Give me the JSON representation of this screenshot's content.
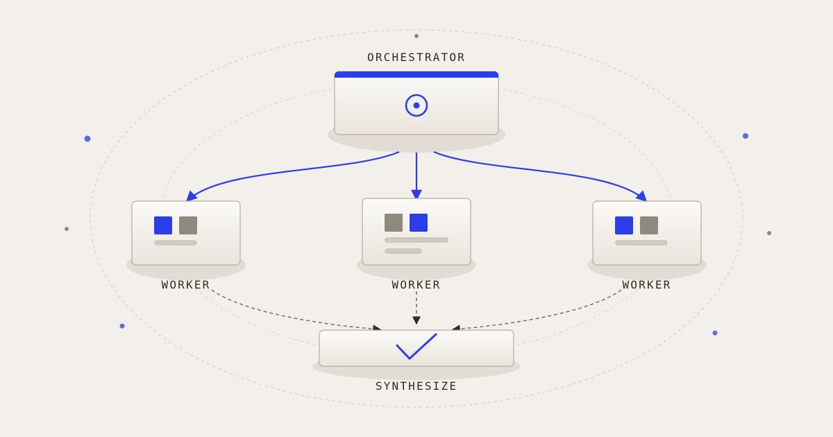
{
  "orchestrator": {
    "label": "ORCHESTRATOR",
    "icon": "target-icon"
  },
  "workers": [
    {
      "label": "WORKER",
      "icon": "task-tiles-icon"
    },
    {
      "label": "WORKER",
      "icon": "task-tiles-icon"
    },
    {
      "label": "WORKER",
      "icon": "task-tiles-icon"
    }
  ],
  "synthesize": {
    "label": "SYNTHESIZE",
    "icon": "checkmark-icon"
  },
  "colors": {
    "background": "#f3f0eb",
    "accent": "#2c3ee6",
    "neutral": "#8f897e",
    "card": "#f7f5f1",
    "dashed_arrow": "#7a7569"
  }
}
